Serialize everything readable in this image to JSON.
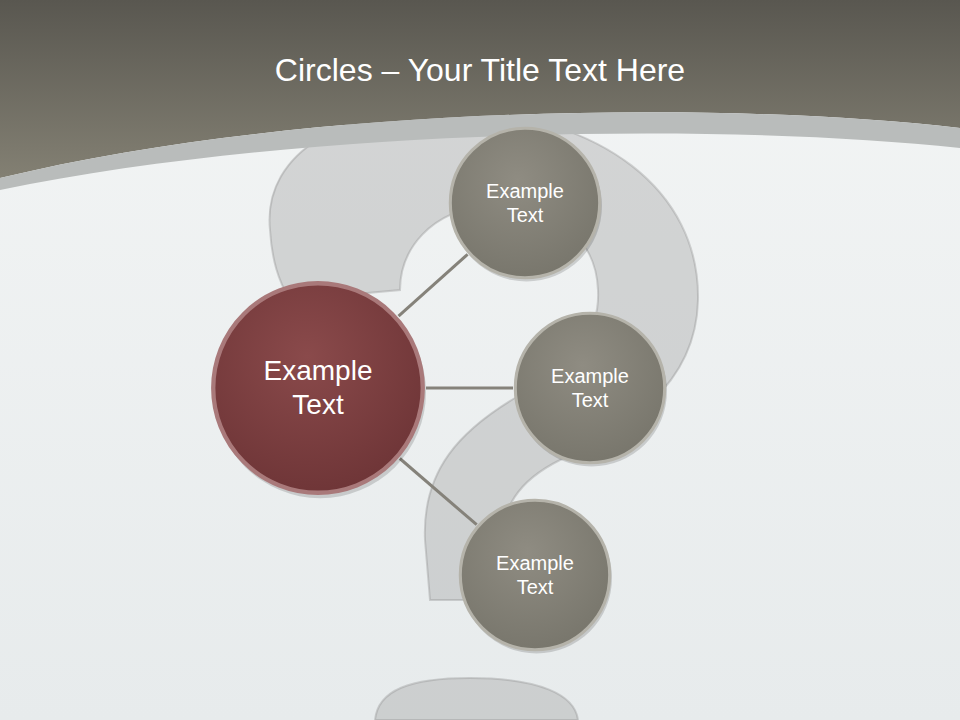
{
  "diagram": {
    "title": "Circles – Your Title Text Here",
    "nodes": [
      {
        "text": [
          "Example Text"
        ]
      },
      {
        "text": [
          "Example Text"
        ]
      },
      {
        "text": [
          "Example Text"
        ]
      },
      {
        "text": [
          "Example Text"
        ]
      }
    ],
    "edges": [
      {
        "from": 0,
        "to": 1,
        "arrow": "none"
      },
      {
        "from": 0,
        "to": 2,
        "arrow": "none"
      },
      {
        "from": 0,
        "to": 3,
        "arrow": "none"
      }
    ]
  }
}
